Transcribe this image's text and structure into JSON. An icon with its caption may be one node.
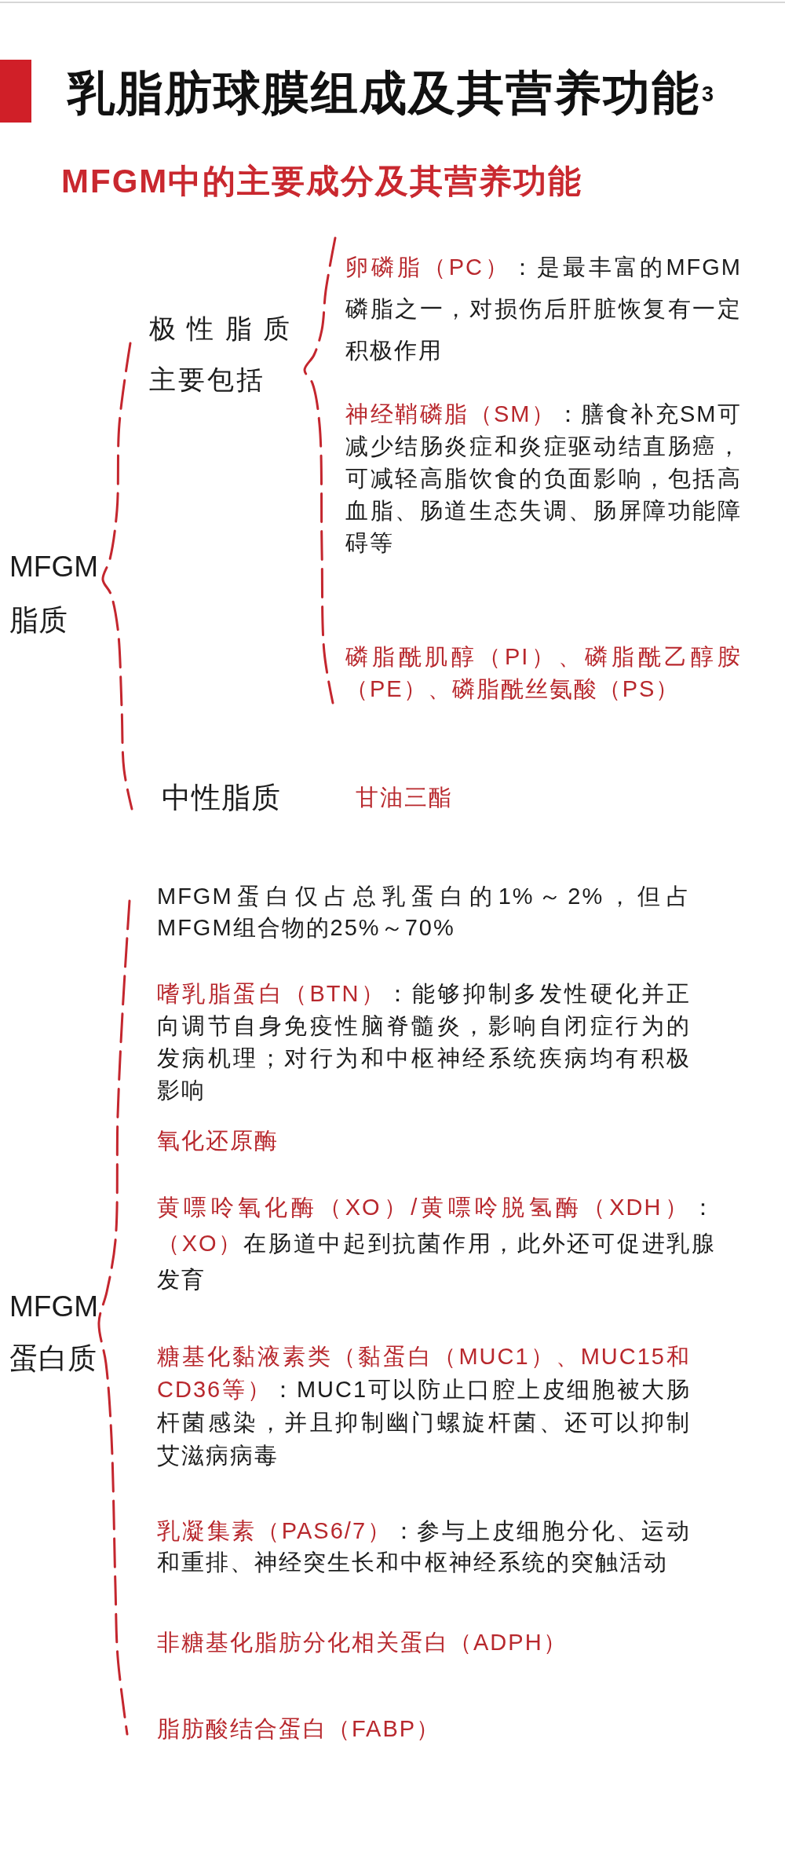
{
  "diagram": {
    "title": "乳脂肪球膜组成及其营养功能$^{3}$",
    "labels": [
      "MFGM中的主要成分及其营养功能",
      "MFGM脂质",
      "极性脂质主要包括",
      "卵磷脂（PC）：是最丰富的MFGM磷脂之一，对损伤后肝脏恢复有一定积极作用",
      "神经鞘磷脂（SM）：膳食补充SM可减少结肠炎症和炎症驱动结直肠癌，可减轻高脂饮食的负面影响，包括高血脂、肠道生态失调、肠屏障功能障碍等",
      "磷脂酰肌醇（PI）、磷脂酰乙醇胺（PE）、磷脂酰丝氨酸（PS）",
      "中性脂质",
      "甘油三酯",
      "MFGM蛋白质",
      "MFGM蛋白仅占总乳蛋白的1%～2%，但占MFGM组合物的25%～70%",
      "嗜乳脂蛋白（BTN）：能够抑制多发性硬化并正向调节自身免疫性脑脊髓炎，影响自闭症行为的发病机理；对行为和中枢神经系统疾病均有积极影响",
      "氧化还原酶",
      "黄嘌呤氧化酶（XO）/黄嘌呤脱氢酶（XDH）：（XO）在肠道中起到抗菌作用，此外还可促进乳腺发育",
      "糖基化黏液素类（黏蛋白（MUC1）、MUC15和CD36等）：MUC1可以防止口腔上皮细胞被大肠杆菌感染，并且抑制幽门螺旋杆菌、还可以抑制艾滋病病毒",
      "乳凝集素（PAS6/7）：参与上皮细胞分化、运动和重排、神经突生长和中枢神经系统的突触活动",
      "非糖基化脂肪分化相关蛋白（ADPH）",
      "脂肪酸结合蛋白（FABP）"
    ]
  }
}
